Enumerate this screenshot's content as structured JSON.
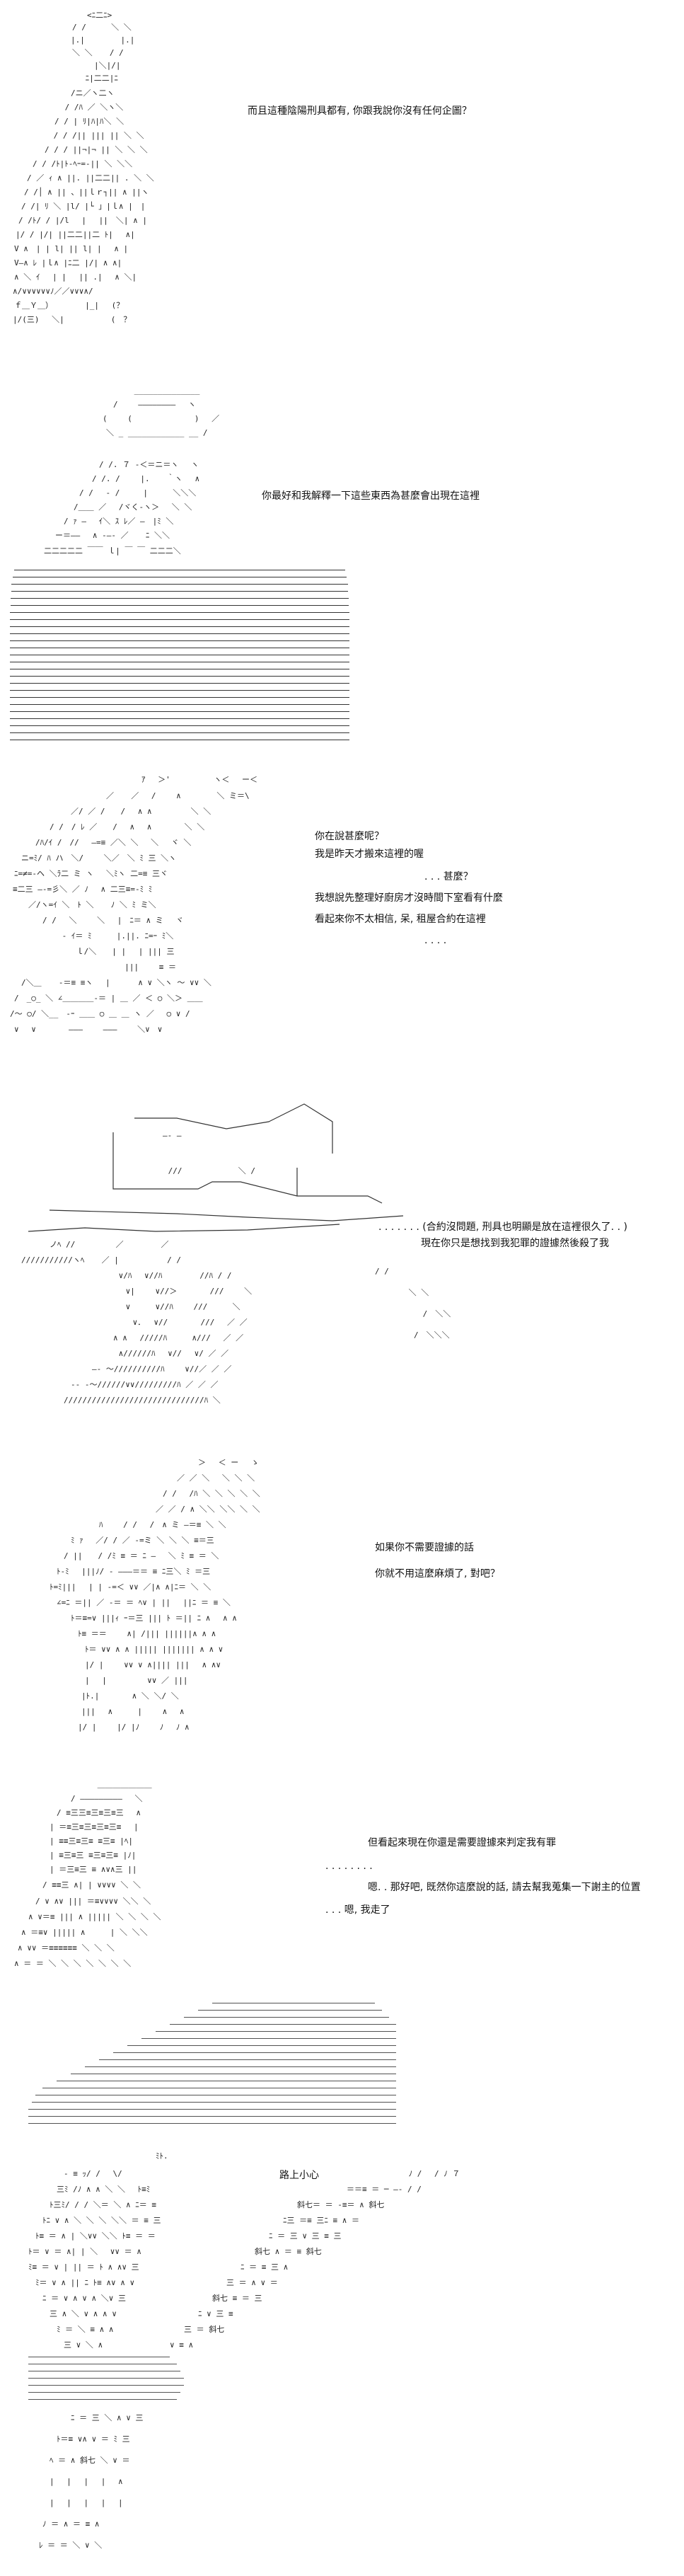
{
  "panels": [
    {
      "lines": [
        "而且這種陰陽刑具都有, 你跟我說你沒有任何企圖？"
      ]
    },
    {
      "lines": [
        "你最好和我解釋一下這些東西為甚麼會出現在這裡"
      ]
    },
    {
      "lines": [
        "你在說甚麼呢？",
        "我是昨天才搬來這裡的喔",
        ". . . 甚麼？",
        "我想說先整理好廚房才沒時間下室看有什麼",
        "看起來你不太相信, 呆, 租屋合約在這裡",
        ". . . ."
      ]
    },
    {
      "lines": [
        ". . . . . . . (合約沒問題, 刑具也明顯是放在這裡很久了. . )",
        "現在你只是想找到我犯罪的證據然後殺了我"
      ]
    },
    {
      "lines": [
        "如果你不需要證據的話",
        "你就不用這麼麻煩了, 對吧？"
      ]
    },
    {
      "lines": [
        "但看起來現在你還是需要證據來判定我有罪",
        ". . . . . . . .",
        "嗯. . 那好吧, 既然你這麼說的話, 請去幫我蒐集一下謝主的位置",
        ". . . 嗯, 我走了"
      ]
    },
    {
      "lines": [
        "路上小心"
      ]
    }
  ]
}
